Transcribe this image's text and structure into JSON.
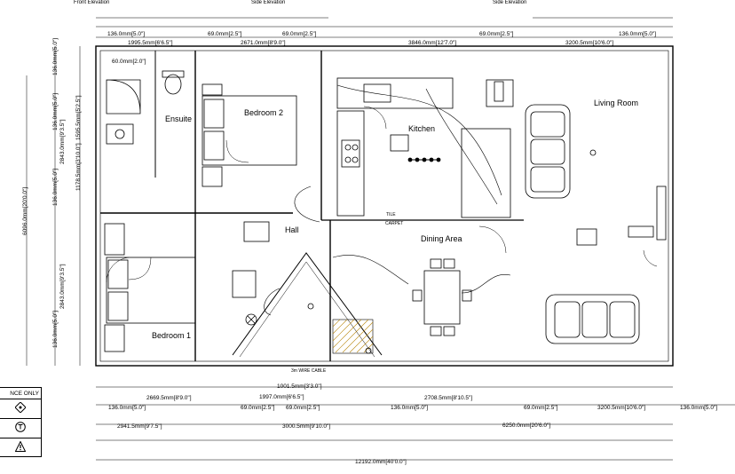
{
  "titles": {
    "front": "Front Elevation",
    "side": "Side Elevation",
    "side2": "Side Elevation"
  },
  "rooms": {
    "ensuite": "Ensuite",
    "bedroom2": "Bedroom 2",
    "kitchen": "Kitchen",
    "living": "Living Room",
    "hall": "Hall",
    "dining": "Dining Area",
    "bedroom1": "Bedroom 1"
  },
  "dims_top": {
    "d1": "136.0mm[5.0\"]",
    "d2": "69.0mm[2.5\"]",
    "d3": "69.0mm[2.5\"]",
    "d4": "69.0mm[2.5\"]",
    "d5": "136.0mm[5.0\"]",
    "d6": "1995.5mm[6'6.5\"]",
    "d7": "2671.0mm[8'9.0\"]",
    "d8": "3846.0mm[12'7.0\"]",
    "d9": "3200.5mm[10'6.0\"]",
    "d10": "60.0mm[2.0\"]",
    "d11": "136.0mm[5.0\"]"
  },
  "dims_left": {
    "l1": "1595.5mm[5'2.5\"]",
    "l2": "136.0mm[5.0\"]",
    "l3": "2843.0mm[9'3.5\"]",
    "l4": "1178.5mm[3'10.0\"]",
    "l5": "6096.0mm[20'0.0\"]",
    "l6": "136.0mm[5.0\"]",
    "l7": "2843.0mm[9'3.5\"]",
    "l8": "136.0mm[5.0\"]"
  },
  "dims_bottom": {
    "b1": "2669.5mm[8'9.0\"]",
    "b2": "1001.5mm[3'3.0\"]",
    "b3": "1997.0mm[6'6.5\"]",
    "b4": "2708.5mm[8'10.5\"]",
    "b5": "136.0mm[5.0\"]",
    "b6": "69.0mm[2.5\"]",
    "b7": "69.0mm[2.5\"]",
    "b8": "136.0mm[5.0\"]",
    "b9": "69.0mm[2.5\"]",
    "b10": "3200.5mm[10'6.0\"]",
    "b11": "136.0mm[5.0\"]",
    "b12": "2941.5mm[9'7.5\"]",
    "b13": "3000.5mm[9'10.0\"]",
    "b14": "6250.0mm[20'6.0\"]",
    "b15": "12192.0mm[40'0.0\"]"
  },
  "notes": {
    "wire_cable": "3m WIRE CABLE",
    "carpet": "CARPET",
    "tile": "TILE"
  },
  "legend": {
    "title": "NCE ONLY"
  }
}
